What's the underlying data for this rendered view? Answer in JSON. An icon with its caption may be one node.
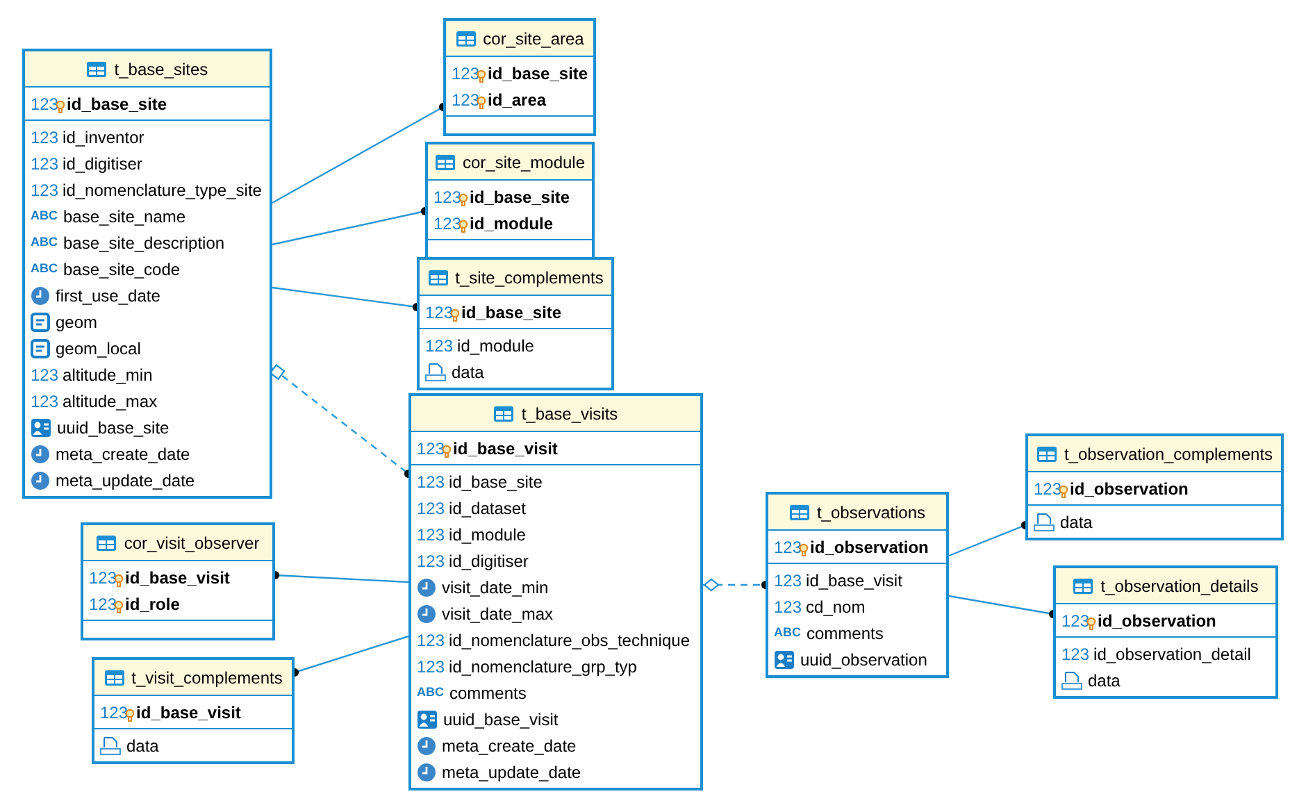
{
  "diagram": {
    "nodes": [
      {
        "text": [
          "t_base_sites"
        ]
      },
      {
        "text": [
          "123",
          "id_base_site"
        ],
        "in": 0
      },
      {
        "text": [
          "123",
          "id_inventor"
        ],
        "in": 0
      },
      {
        "text": [
          "123",
          "id_digitiser"
        ],
        "in": 0
      },
      {
        "text": [
          "123",
          "id_nomenclature_type_site"
        ],
        "in": 0
      },
      {
        "text": [
          "ABC",
          "base_site_name"
        ],
        "in": 0
      },
      {
        "text": [
          "ABC",
          "base_site_description"
        ],
        "in": 0
      },
      {
        "text": [
          "ABC",
          "base_site_code"
        ],
        "in": 0
      },
      {
        "text": [
          "first_use_date"
        ],
        "in": 0
      },
      {
        "text": [
          "geom"
        ],
        "in": 0
      },
      {
        "text": [
          "geom_local"
        ],
        "in": 0
      },
      {
        "text": [
          "123",
          "altitude_min"
        ],
        "in": 0
      },
      {
        "text": [
          "123",
          "altitude_max"
        ],
        "in": 0
      },
      {
        "text": [
          "uuid_base_site"
        ],
        "in": 0
      },
      {
        "text": [
          "meta_create_date"
        ],
        "in": 0
      },
      {
        "text": [
          "meta_update_date"
        ],
        "in": 0
      },
      {
        "text": [
          "cor_site_area"
        ]
      },
      {
        "text": [
          "123",
          "id_base_site"
        ],
        "in": 16
      },
      {
        "text": [
          "123",
          "id_area"
        ],
        "in": 16
      },
      {
        "text": [
          "cor_site_module"
        ]
      },
      {
        "text": [
          "123",
          "id_base_site"
        ],
        "in": 19
      },
      {
        "text": [
          "123",
          "id_module"
        ],
        "in": 19
      },
      {
        "text": [
          "t_site_complements"
        ]
      },
      {
        "text": [
          "123",
          "id_base_site"
        ],
        "in": 22
      },
      {
        "text": [
          "123",
          "id_module"
        ],
        "in": 22
      },
      {
        "text": [
          "data"
        ],
        "in": 22
      },
      {
        "text": [
          "t_base_visits"
        ]
      },
      {
        "text": [
          "123",
          "id_base_visit"
        ],
        "in": 26
      },
      {
        "text": [
          "123",
          "id_base_site"
        ],
        "in": 26
      },
      {
        "text": [
          "123",
          "id_dataset"
        ],
        "in": 26
      },
      {
        "text": [
          "123",
          "id_module"
        ],
        "in": 26
      },
      {
        "text": [
          "123",
          "id_digitiser"
        ],
        "in": 26
      },
      {
        "text": [
          "visit_date_min"
        ],
        "in": 26
      },
      {
        "text": [
          "visit_date_max"
        ],
        "in": 26
      },
      {
        "text": [
          "123",
          "id_nomenclature_obs_technique"
        ],
        "in": 26
      },
      {
        "text": [
          "123",
          "id_nomenclature_grp_typ"
        ],
        "in": 26
      },
      {
        "text": [
          "ABC",
          "comments"
        ],
        "in": 26
      },
      {
        "text": [
          "uuid_base_visit"
        ],
        "in": 26
      },
      {
        "text": [
          "meta_create_date"
        ],
        "in": 26
      },
      {
        "text": [
          "meta_update_date"
        ],
        "in": 26
      },
      {
        "text": [
          "cor_visit_observer"
        ]
      },
      {
        "text": [
          "123",
          "id_base_visit"
        ],
        "in": 40
      },
      {
        "text": [
          "123",
          "id_role"
        ],
        "in": 40
      },
      {
        "text": [
          "t_visit_complements"
        ]
      },
      {
        "text": [
          "123",
          "id_base_visit"
        ],
        "in": 43
      },
      {
        "text": [
          "data"
        ],
        "in": 43
      },
      {
        "text": [
          "t_observations"
        ]
      },
      {
        "text": [
          "123",
          "id_observation"
        ],
        "in": 46
      },
      {
        "text": [
          "123",
          "id_base_visit"
        ],
        "in": 46
      },
      {
        "text": [
          "123",
          "cd_nom"
        ],
        "in": 46
      },
      {
        "text": [
          "ABC",
          "comments"
        ],
        "in": 46
      },
      {
        "text": [
          "uuid_observation"
        ],
        "in": 46
      },
      {
        "text": [
          "t_observation_complements"
        ]
      },
      {
        "text": [
          "123",
          "id_observation"
        ],
        "in": 52
      },
      {
        "text": [
          "data"
        ],
        "in": 52
      },
      {
        "text": [
          "t_observation_details"
        ]
      },
      {
        "text": [
          "123",
          "id_observation"
        ],
        "in": 55
      },
      {
        "text": [
          "123",
          "id_observation_detail"
        ],
        "in": 55
      },
      {
        "text": [
          "data"
        ],
        "in": 55
      }
    ],
    "edges": [
      {
        "from": 0,
        "to": 16,
        "arrow": "other"
      },
      {
        "from": 0,
        "to": 19,
        "arrow": "other"
      },
      {
        "from": 0,
        "to": 22,
        "arrow": "other"
      },
      {
        "from": 0,
        "to": 26,
        "arrow": "other",
        "style": "dashed"
      },
      {
        "from": 26,
        "to": 40,
        "arrow": "other"
      },
      {
        "from": 26,
        "to": 43,
        "arrow": "other"
      },
      {
        "from": 26,
        "to": 46,
        "arrow": "other",
        "style": "dashed"
      },
      {
        "from": 46,
        "to": 52,
        "arrow": "other"
      },
      {
        "from": 46,
        "to": 55,
        "arrow": "other"
      }
    ]
  }
}
